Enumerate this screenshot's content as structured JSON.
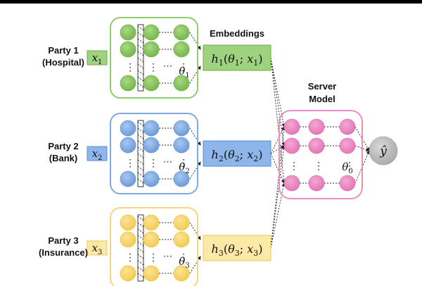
{
  "embeddings_label": "Embeddings",
  "server_label": [
    "Server",
    "Model"
  ],
  "output_symbol": "ŷ",
  "ellipsis": "⋯",
  "vdots": "⋮",
  "parties": [
    {
      "name": "Party 1",
      "role": "(Hospital)",
      "input_base": "x",
      "input_sub": "1",
      "param_base": "θ",
      "param_sub": "1",
      "emb_base": "h",
      "emb_sub": "1",
      "emb_arg_theta": "θ",
      "emb_arg_theta_sub": "1",
      "emb_arg_x": "x",
      "emb_arg_x_sub": "1",
      "colors": {
        "node": "#a9d882",
        "node_dark": "#73b449",
        "border": "#8fcc6b",
        "box": "#9fd27f",
        "box_edge": "#6fae4a"
      }
    },
    {
      "name": "Party 2",
      "role": "(Bank)",
      "input_base": "x",
      "input_sub": "2",
      "param_base": "θ",
      "param_sub": "2",
      "emb_base": "h",
      "emb_sub": "2",
      "emb_arg_theta": "θ",
      "emb_arg_theta_sub": "2",
      "emb_arg_x": "x",
      "emb_arg_x_sub": "2",
      "colors": {
        "node": "#a8c6ef",
        "node_dark": "#6a9ad9",
        "border": "#7eaae3",
        "box": "#8eb6ea",
        "box_edge": "#5b8fd3"
      }
    },
    {
      "name": "Party 3",
      "role": "(Insurance)",
      "input_base": "x",
      "input_sub": "3",
      "param_base": "θ",
      "param_sub": "3",
      "emb_base": "h",
      "emb_sub": "3",
      "emb_arg_theta": "θ",
      "emb_arg_theta_sub": "3",
      "emb_arg_x": "x",
      "emb_arg_x_sub": "3",
      "colors": {
        "node": "#fde49a",
        "node_dark": "#f2c84c",
        "border": "#f6d67a",
        "box": "#fde9a6",
        "box_edge": "#ecc75b"
      }
    }
  ],
  "server": {
    "param_base": "θ",
    "param_sub": "0",
    "colors": {
      "node": "#f4a8d3",
      "node_dark": "#e274b5",
      "border": "#ea8fc6"
    }
  },
  "output_colors": {
    "node": "#d8d8d8",
    "node_dark": "#a8a8a8"
  }
}
